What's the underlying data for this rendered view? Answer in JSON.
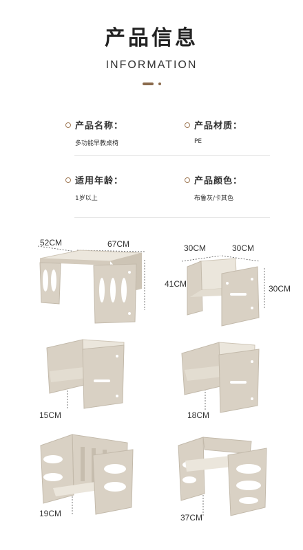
{
  "header": {
    "title": "产品信息",
    "subtitle": "INFORMATION"
  },
  "info": {
    "name_label": "产品名称：",
    "name_value": "多功能早教桌椅",
    "material_label": "产品材质：",
    "material_value": "PE",
    "age_label": "适用年龄：",
    "age_value": "1岁以上",
    "color_label": "产品颜色：",
    "color_value": "布鲁灰/卡其色"
  },
  "dimensions": {
    "table_depth": "52CM",
    "table_width": "67CM",
    "table_height": "41CM",
    "chair_depth": "30CM",
    "chair_width": "30CM",
    "chair_height": "30CM",
    "seat_height_1": "15CM",
    "seat_height_2": "18CM",
    "seat_height_3": "19CM",
    "seat_height_4": "37CM"
  },
  "colors": {
    "accent": "#8a6a4c",
    "furniture_body": "#d9d1c4",
    "furniture_light": "#ebe6dc",
    "furniture_shadow": "#b9b0a2"
  }
}
